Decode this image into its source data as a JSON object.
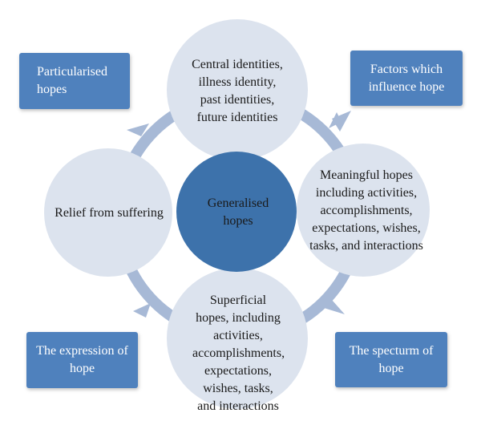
{
  "center": {
    "label": "Generalised hopes"
  },
  "circles": {
    "top": "Central identities, illness identity, past identities, future identities",
    "right": "Meaningful hopes including activities, accomplishments, expectations, wishes, tasks, and interactions",
    "bottom": "Superficial hopes, including activities, accomplishments, expectations, wishes, tasks, and interactions",
    "left": "Relief from suffering"
  },
  "boxes": {
    "top_left": "Particularised hopes",
    "top_right": "Factors which influence hope",
    "bottom_left": "The expression of hope",
    "bottom_right": "The specturm of hope"
  },
  "colors": {
    "outer_circle_fill": "#dce3ee",
    "center_fill": "#3d72ab",
    "box_fill": "#4f81bd",
    "ring": "#a7b9d6",
    "arrow": "#a7b9d6"
  }
}
